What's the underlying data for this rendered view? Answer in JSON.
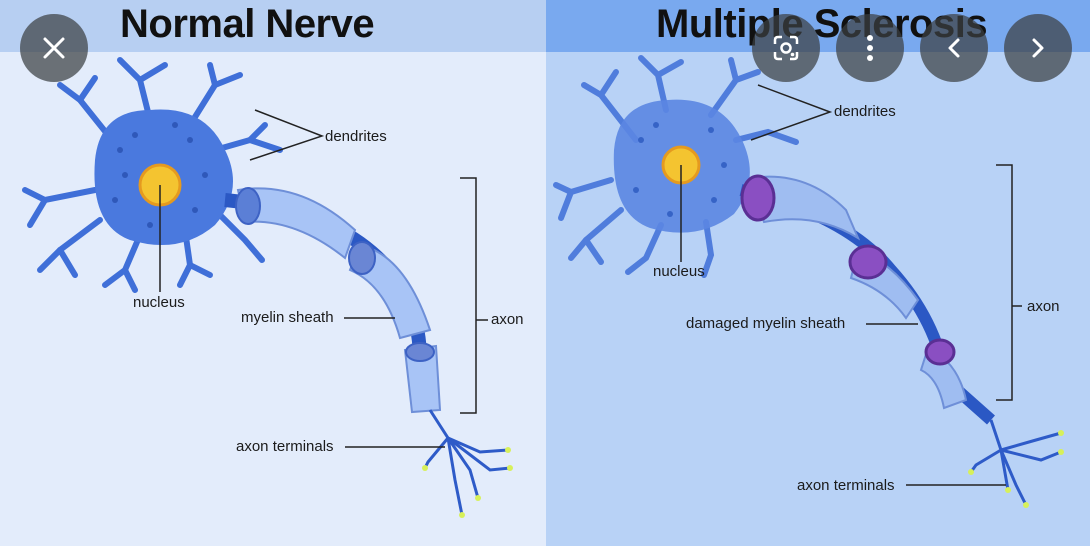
{
  "left_panel": {
    "title": "Normal Nerve",
    "labels": {
      "dendrites": "dendrites",
      "nucleus": "nucleus",
      "myelin": "myelin sheath",
      "axon": "axon",
      "terminals": "axon terminals"
    }
  },
  "right_panel": {
    "title": "Multiple Sclerosis",
    "labels": {
      "dendrites": "dendrites",
      "nucleus": "nucleus",
      "myelin": "damaged myelin sheath",
      "axon": "axon",
      "terminals": "axon terminals"
    }
  },
  "controls": {
    "close": "close-icon",
    "lens": "google-lens-icon",
    "more": "more-vert-icon",
    "prev": "chevron-left-icon",
    "next": "chevron-right-icon"
  },
  "colors": {
    "left_bg": "#e3ecfb",
    "right_bg": "#b8d2f6",
    "neuron": "#3b6fd6",
    "myelin": "#9fbff4",
    "damage": "#8a4fc2",
    "nucleus": "#f4c430"
  }
}
